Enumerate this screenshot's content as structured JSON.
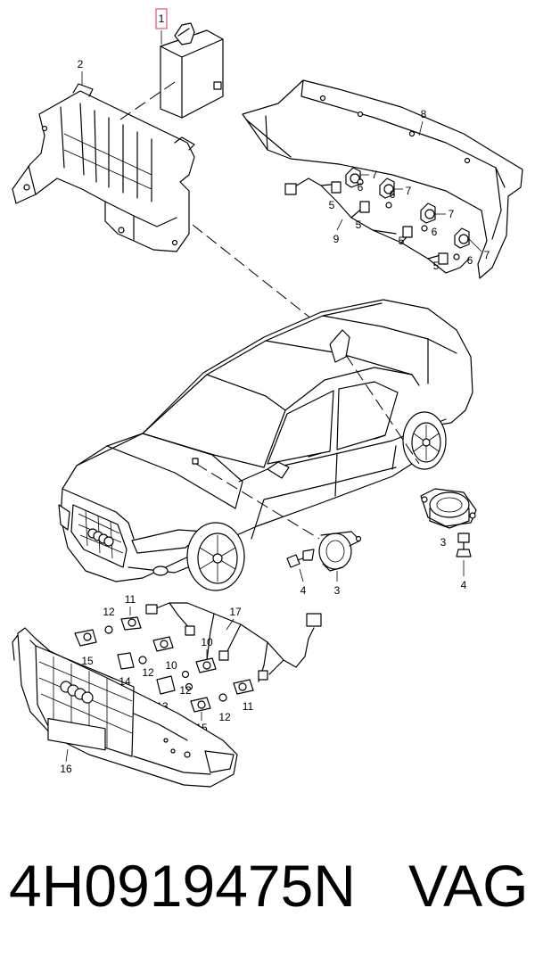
{
  "callouts": {
    "c1": "1",
    "c2": "2",
    "c3a": "3",
    "c3b": "3",
    "c4a": "4",
    "c4b": "4",
    "c5a": "5",
    "c5b": "5",
    "c5c": "5",
    "c5d": "5",
    "c6a": "6",
    "c6b": "6",
    "c6c": "6",
    "c6d": "6",
    "c7a": "7",
    "c7b": "7",
    "c7c": "7",
    "c7d": "7",
    "c8": "8",
    "c9": "9",
    "c10a": "10",
    "c10b": "10",
    "c11a": "11",
    "c11b": "11",
    "c12a": "12",
    "c12b": "12",
    "c12c": "12",
    "c12d": "12",
    "c13": "13",
    "c14": "14",
    "c15a": "15",
    "c15b": "15",
    "c16": "16",
    "c17": "17"
  },
  "footer": {
    "part_number": "4H0919475N",
    "brand": "VAG"
  },
  "colors": {
    "highlight_box": "#e0607a",
    "line": "#000000"
  }
}
